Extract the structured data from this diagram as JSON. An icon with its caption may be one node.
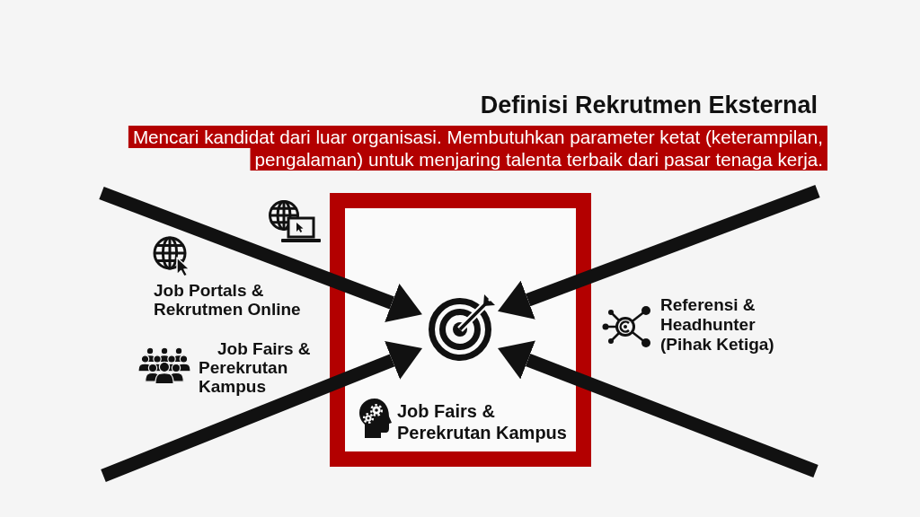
{
  "diagram": {
    "title": "Definisi Rekrutmen Eksternal",
    "nodes": [
      {
        "text": [
          "Job Fairs & Perekrutan Kampus"
        ]
      },
      {
        "text": [],
        "shape": "picture",
        "in": 0
      }
    ],
    "edges": [
      {
        "from": null,
        "to": 1,
        "arrow": "to"
      },
      {
        "from": null,
        "to": 1,
        "arrow": "to"
      },
      {
        "from": null,
        "to": 1,
        "arrow": "to"
      },
      {
        "from": null,
        "to": 1,
        "arrow": "to"
      }
    ],
    "labels": [
      "Mencari kandidat dari luar organisasi. Membutuhkan parameter ketat (keterampilan, pengalaman) untuk menjaring talenta terbaik dari pasar tenaga kerja.",
      "Job Portals & Rekrutmen Online",
      "Job Fairs & Perekrutan Kampus",
      "Referensi & Headhunter (Pihak Ketiga)"
    ]
  }
}
